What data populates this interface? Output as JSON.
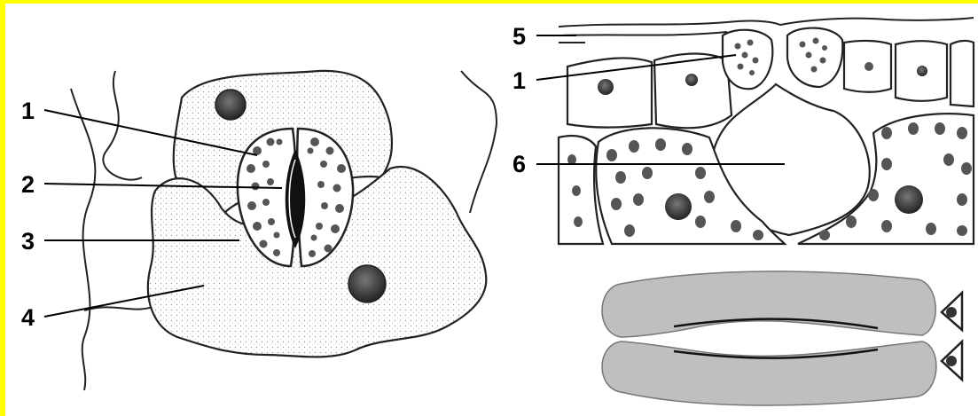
{
  "labels": {
    "stomata_1": "1",
    "stomata_2": "2",
    "stomata_3": "3",
    "stomata_4": "4",
    "section_5": "5",
    "section_1": "1",
    "section_6": "6"
  },
  "colors": {
    "border": "#ffff00",
    "background": "#ffffff",
    "guard_cell_fill": "#bfbfbf",
    "nucleus": "#333333",
    "line": "#000000"
  }
}
